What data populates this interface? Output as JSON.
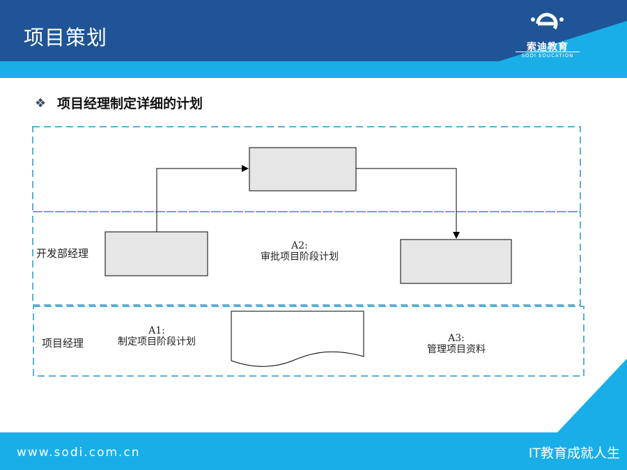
{
  "header": {
    "title": "项目策划",
    "logo_cn": "索迪教育",
    "logo_en": "SODI EDUCATION"
  },
  "section": {
    "bullet_glyph": "❖",
    "heading": "项目经理制定详细的计划"
  },
  "lanes": {
    "dept_manager": "开发部经理",
    "project_manager": "项目经理"
  },
  "nodes": {
    "a1": {
      "id": "A1:",
      "text": "制定项目阶段计划"
    },
    "a2": {
      "id": "A2:",
      "text": "审批项目阶段计划"
    },
    "a3": {
      "id": "A3:",
      "text": "管理项目资料"
    }
  },
  "footer": {
    "url": "www.sodi.com.cn",
    "slogan": "IT教育成就人生"
  },
  "colors": {
    "header_dark": "#1f5596",
    "header_light": "#19aee8",
    "lane_border": "#5aaed6",
    "box_fill": "#e6e6e6"
  }
}
